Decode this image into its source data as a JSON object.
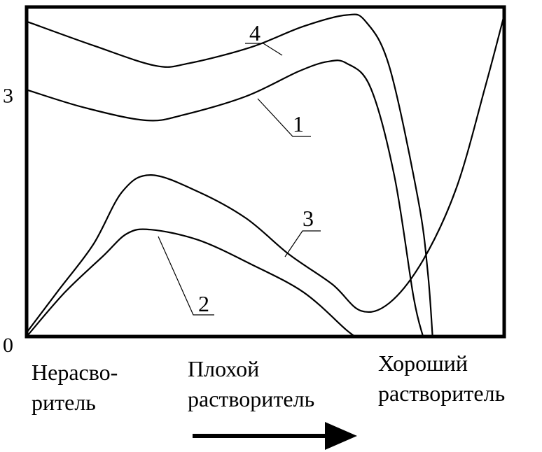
{
  "chart_data": {
    "type": "line",
    "title": "",
    "xlabel": "",
    "ylabel": "",
    "x_categories": [
      {
        "lines": [
          "Нерасво-",
          "ритель"
        ]
      },
      {
        "lines": [
          "Плохой",
          "растворитель"
        ]
      },
      {
        "lines": [
          "Хороший",
          "растворитель"
        ]
      }
    ],
    "y_ticks": [
      "0",
      "3"
    ],
    "ylim": [
      0,
      4.1
    ],
    "xlim": [
      0,
      10
    ],
    "arrow": "right",
    "series": [
      {
        "name": "1",
        "points": [
          [
            0.0,
            3.07
          ],
          [
            1.2,
            2.85
          ],
          [
            2.5,
            2.69
          ],
          [
            3.3,
            2.76
          ],
          [
            4.6,
            2.99
          ],
          [
            5.7,
            3.3
          ],
          [
            6.3,
            3.42
          ],
          [
            6.7,
            3.4
          ],
          [
            7.2,
            3.1
          ],
          [
            7.7,
            2.0
          ],
          [
            8.1,
            0.5
          ],
          [
            8.3,
            0.0
          ]
        ]
      },
      {
        "name": "2",
        "points": [
          [
            0.0,
            0.0
          ],
          [
            0.8,
            0.55
          ],
          [
            1.6,
            1.0
          ],
          [
            2.1,
            1.28
          ],
          [
            2.6,
            1.33
          ],
          [
            3.6,
            1.2
          ],
          [
            4.7,
            0.9
          ],
          [
            5.8,
            0.55
          ],
          [
            6.7,
            0.08
          ],
          [
            6.9,
            0.0
          ]
        ]
      },
      {
        "name": "3",
        "points": [
          [
            0.0,
            0.05
          ],
          [
            0.7,
            0.6
          ],
          [
            1.4,
            1.15
          ],
          [
            2.0,
            1.8
          ],
          [
            2.6,
            2.01
          ],
          [
            3.6,
            1.8
          ],
          [
            4.6,
            1.47
          ],
          [
            5.5,
            1.02
          ],
          [
            6.4,
            0.65
          ],
          [
            7.0,
            0.32
          ],
          [
            7.6,
            0.42
          ],
          [
            8.3,
            0.95
          ],
          [
            9.0,
            1.85
          ],
          [
            9.6,
            3.1
          ],
          [
            10.0,
            4.0
          ]
        ]
      },
      {
        "name": "4",
        "points": [
          [
            0.0,
            3.92
          ],
          [
            1.4,
            3.62
          ],
          [
            2.7,
            3.37
          ],
          [
            3.4,
            3.4
          ],
          [
            4.7,
            3.6
          ],
          [
            5.8,
            3.86
          ],
          [
            6.7,
            4.0
          ],
          [
            7.1,
            3.92
          ],
          [
            7.6,
            3.35
          ],
          [
            8.2,
            1.7
          ],
          [
            8.4,
            0.8
          ],
          [
            8.5,
            0.0
          ]
        ]
      }
    ]
  }
}
